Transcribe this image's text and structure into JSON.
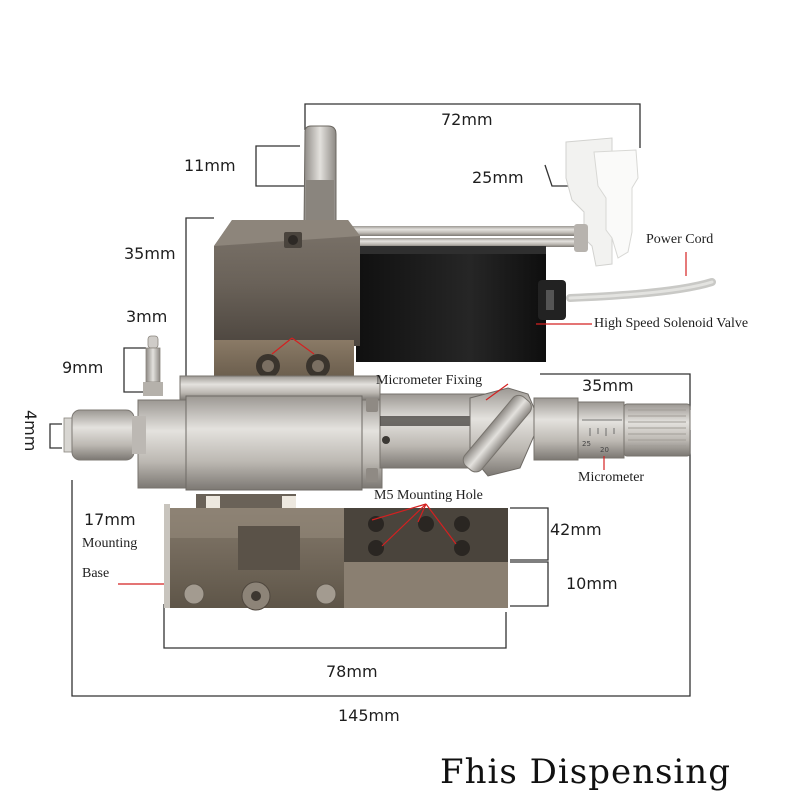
{
  "labels": {
    "dim_72": "72mm",
    "dim_11": "11mm",
    "dim_25": "25mm",
    "dim_35_top": "35mm",
    "dim_3": "3mm",
    "dim_9": "9mm",
    "dim_4": "4mm",
    "dim_35_right": "35mm",
    "dim_17": "17mm",
    "dim_42": "42mm",
    "dim_10": "10mm",
    "dim_78": "78mm",
    "dim_145": "145mm",
    "mounting_base_line1": "Mounting",
    "mounting_base_line2": "Base",
    "power_cord": "Power Cord",
    "solenoid_valve": "High Speed Solenoid Valve",
    "micrometer_fixing": "Micrometer Fixing",
    "micrometer": "Micrometer",
    "m5_mounting_hole": "M5 Mounting Hole",
    "micrometer_scale_a": "25",
    "micrometer_scale_b": "20"
  },
  "brand": "Fhis Dispensing",
  "colors": {
    "callout_red": "#d42020",
    "dimension_line": "#333333",
    "metal_dark": "#5a5148",
    "metal_mid": "#8c8478",
    "metal_light": "#c9c6c1",
    "solenoid_black": "#1b1b1b"
  }
}
